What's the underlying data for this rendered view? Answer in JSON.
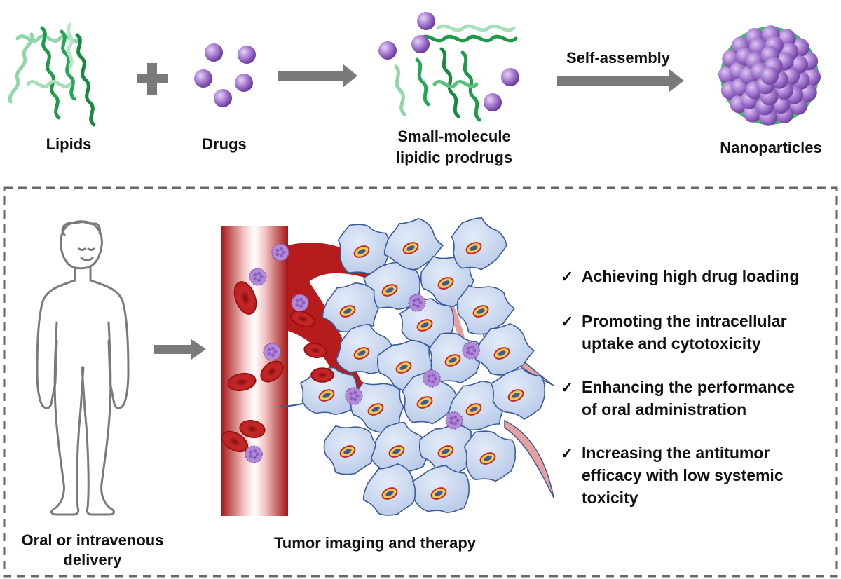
{
  "top_row": {
    "lipids_label": "Lipids",
    "drugs_label": "Drugs",
    "prodrugs_label_line1": "Small-molecule",
    "prodrugs_label_line2": "lipidic prodrugs",
    "self_assembly_label": "Self-assembly",
    "nanoparticles_label": "Nanoparticles"
  },
  "bottom_panel": {
    "human_label_line1": "Oral or intravenous",
    "human_label_line2": "delivery",
    "tumor_label": "Tumor imaging and therapy",
    "benefits": [
      {
        "check": "✓",
        "lines": [
          "Achieving high drug loading"
        ]
      },
      {
        "check": "✓",
        "lines": [
          "Promoting the intracellular",
          "uptake and cytotoxicity"
        ]
      },
      {
        "check": "✓",
        "lines": [
          "Enhancing the performance",
          "of oral administration"
        ]
      },
      {
        "check": "✓",
        "lines": [
          "Increasing the antitumor",
          "efficacy with low systemic",
          "toxicity"
        ]
      }
    ]
  },
  "colors": {
    "lipid_dark": "#1e9a4a",
    "lipid_light": "#8fd6a8",
    "drug_purple": "#a67bd0",
    "arrow_gray": "#7a7a7a",
    "vessel_red": "#b71c1c",
    "cell_blue": "#c6d5ee",
    "cell_outline": "#3a5a9a",
    "border_gray": "#666666"
  }
}
